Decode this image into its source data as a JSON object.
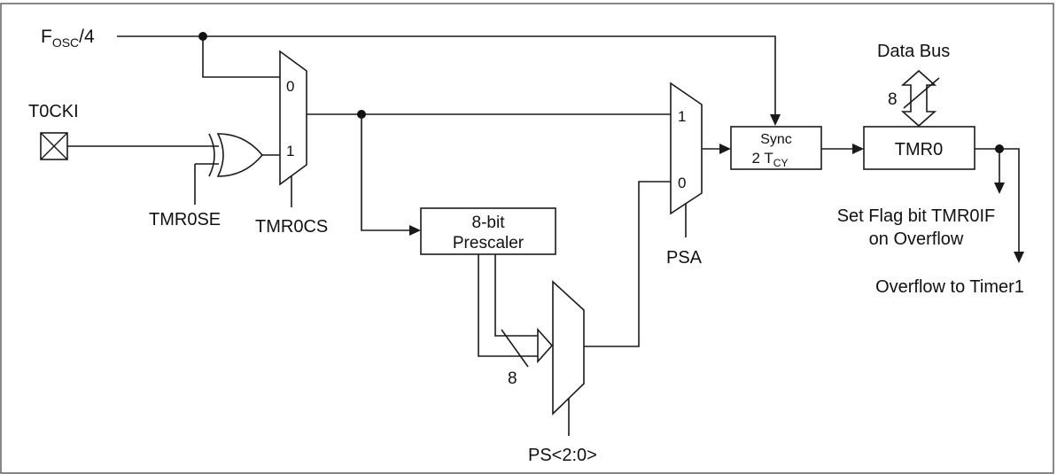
{
  "labels": {
    "fosc_main": "F",
    "fosc_sub": "OSC",
    "fosc_tail": "/4",
    "t0cki": "T0CKI",
    "tmr0se": "TMR0SE",
    "tmr0cs": "TMR0CS",
    "mux1_in0": "0",
    "mux1_in1": "1",
    "prescaler_line1": "8-bit",
    "prescaler_line2": "Prescaler",
    "bus_width": "8",
    "ps": "PS<2:0>",
    "psa_mux_in1": "1",
    "psa_mux_in0": "0",
    "psa": "PSA",
    "sync_line1": "Sync",
    "sync_line2_main": "2 T",
    "sync_line2_sub": "CY",
    "tmr0": "TMR0",
    "data_bus": "Data Bus",
    "data_bus_width": "8",
    "flag_line1": "Set Flag bit TMR0IF",
    "flag_line2": "on Overflow",
    "overflow": "Overflow to Timer1"
  },
  "colors": {
    "line": "#1a1a1a",
    "text": "#111111",
    "background": "#ffffff"
  }
}
